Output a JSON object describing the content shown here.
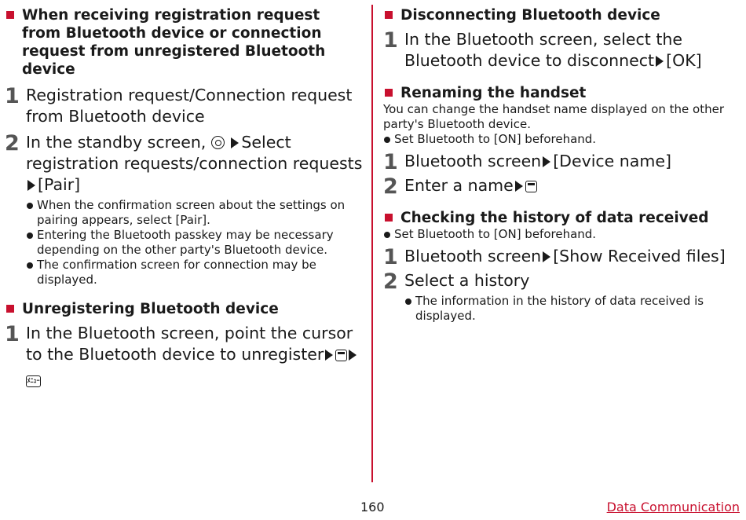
{
  "left": {
    "section1": {
      "heading": "When receiving registration request from Bluetooth device or connection request from unregistered Bluetooth device",
      "step1_num": "1",
      "step1_text": "Registration request/Connection request from Bluetooth device",
      "step2_num": "2",
      "step2_a": "In the standby screen,",
      "step2_b": "Select registration requests/connection requests",
      "step2_c": "[Pair]",
      "bullets": [
        "When the confirmation screen about the settings on pairing appears, select [Pair].",
        "Entering the Bluetooth passkey may be necessary depending on the other party's Bluetooth device.",
        "The confirmation screen for connection may be displayed."
      ]
    },
    "section2": {
      "heading": "Unregistering Bluetooth device",
      "step1_num": "1",
      "step1_text": "In the Bluetooth screen, point the cursor to the Bluetooth device to unregister",
      "menu_key_label": "ﾒﾆｭｰ"
    }
  },
  "right": {
    "section1": {
      "heading": "Disconnecting Bluetooth device",
      "step1_num": "1",
      "step1_a": "In the Bluetooth screen, select the Bluetooth device to disconnect",
      "step1_b": "[OK]"
    },
    "section2": {
      "heading": "Renaming the handset",
      "body": "You can change the handset name displayed on the other party's Bluetooth device.",
      "bullet": "Set Bluetooth to [ON] beforehand.",
      "step1_num": "1",
      "step1_a": "Bluetooth screen",
      "step1_b": "[Device name]",
      "step2_num": "2",
      "step2_a": "Enter a name"
    },
    "section3": {
      "heading": "Checking the history of data received",
      "bullet": "Set Bluetooth to [ON] beforehand.",
      "step1_num": "1",
      "step1_a": "Bluetooth screen",
      "step1_b": "[Show Received files]",
      "step2_num": "2",
      "step2_a": "Select a history",
      "step2_bullet": "The information in the history of data received is displayed."
    }
  },
  "footer": {
    "page_number": "160",
    "chapter_link": "Data Communication"
  },
  "colors": {
    "accent": "#c8102e",
    "text": "#1a1a1a"
  }
}
